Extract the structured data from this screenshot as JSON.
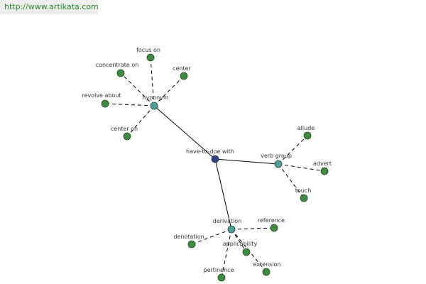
{
  "banner": {
    "url_text": "http://www.artikata.com"
  },
  "colors": {
    "center": "#2e3f8f",
    "hub": "#4f9e9e",
    "leaf": "#3e8a3e",
    "node_stroke": "#2a4a2a"
  },
  "graph": {
    "nodes": [
      {
        "id": "center",
        "label": "have-to-doe with",
        "kind": "center"
      },
      {
        "id": "hyponym",
        "label": "hyponym",
        "kind": "hub"
      },
      {
        "id": "verb-group",
        "label": "verb group",
        "kind": "hub"
      },
      {
        "id": "derivation",
        "label": "derivation",
        "kind": "hub"
      },
      {
        "id": "focus-on",
        "label": "focus on",
        "kind": "leaf"
      },
      {
        "id": "concentrate-on",
        "label": "concentrate on",
        "kind": "leaf"
      },
      {
        "id": "center-leaf",
        "label": "center",
        "kind": "leaf"
      },
      {
        "id": "revolve-about",
        "label": "revolve about",
        "kind": "leaf"
      },
      {
        "id": "center-on",
        "label": "center on",
        "kind": "leaf"
      },
      {
        "id": "allude",
        "label": "allude",
        "kind": "leaf"
      },
      {
        "id": "advert",
        "label": "advert",
        "kind": "leaf"
      },
      {
        "id": "touch",
        "label": "touch",
        "kind": "leaf"
      },
      {
        "id": "reference",
        "label": "reference",
        "kind": "leaf"
      },
      {
        "id": "denotation",
        "label": "denotation",
        "kind": "leaf"
      },
      {
        "id": "applicability",
        "label": "applicability",
        "kind": "leaf"
      },
      {
        "id": "pertinence",
        "label": "pertinence",
        "kind": "leaf"
      },
      {
        "id": "extension",
        "label": "extension",
        "kind": "leaf"
      }
    ],
    "edges": [
      {
        "from": "center",
        "to": "hyponym",
        "style": "solid"
      },
      {
        "from": "center",
        "to": "verb-group",
        "style": "solid"
      },
      {
        "from": "center",
        "to": "derivation",
        "style": "solid"
      },
      {
        "from": "hyponym",
        "to": "focus-on",
        "style": "dashed"
      },
      {
        "from": "hyponym",
        "to": "concentrate-on",
        "style": "dashed"
      },
      {
        "from": "hyponym",
        "to": "center-leaf",
        "style": "dashed"
      },
      {
        "from": "hyponym",
        "to": "revolve-about",
        "style": "dashed"
      },
      {
        "from": "hyponym",
        "to": "center-on",
        "style": "dashed"
      },
      {
        "from": "verb-group",
        "to": "allude",
        "style": "dashed"
      },
      {
        "from": "verb-group",
        "to": "advert",
        "style": "dashed"
      },
      {
        "from": "verb-group",
        "to": "touch",
        "style": "dashed"
      },
      {
        "from": "derivation",
        "to": "reference",
        "style": "dashed"
      },
      {
        "from": "derivation",
        "to": "denotation",
        "style": "dashed"
      },
      {
        "from": "derivation",
        "to": "applicability",
        "style": "dashed"
      },
      {
        "from": "derivation",
        "to": "pertinence",
        "style": "dashed"
      },
      {
        "from": "derivation",
        "to": "extension",
        "style": "dashed"
      }
    ]
  }
}
